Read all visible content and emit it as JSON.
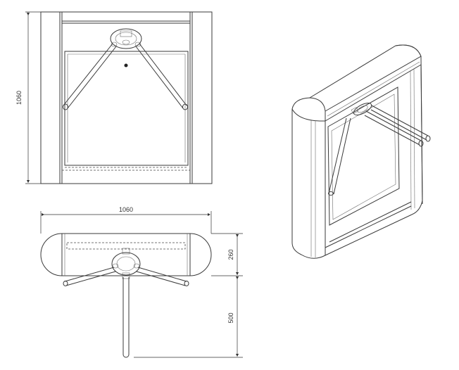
{
  "dimensions": {
    "front_height": "1060",
    "top_width": "1060",
    "top_depth": "260",
    "arm_length": "500"
  },
  "colors": {
    "line": "#3a3a3a",
    "background": "#ffffff"
  }
}
